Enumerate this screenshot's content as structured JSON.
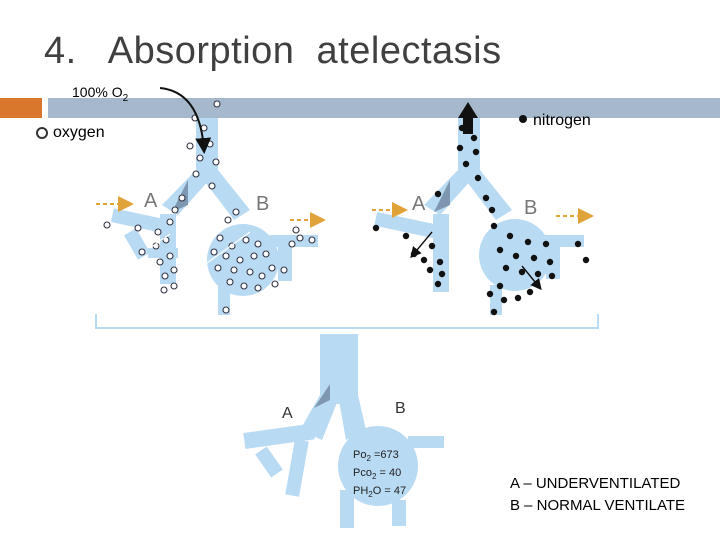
{
  "slide": {
    "title": "4.   Absorption  atelectasis"
  },
  "labels": {
    "o2_supply_prefix": "100% O",
    "o2_supply_sub": "2",
    "oxygen": "oxygen",
    "nitrogen": "nitrogen",
    "left_A": "A",
    "left_B": "B",
    "right_A": "A",
    "right_B": "B",
    "bottom_A": "A",
    "bottom_B": "B"
  },
  "gas_values": [
    {
      "sym": "Po",
      "sub": "2",
      "val": " =673"
    },
    {
      "sym": "Pco",
      "sub": "2",
      "val": " = 40"
    },
    {
      "sym": "PH",
      "sub": "2",
      "val": "O = 47"
    }
  ],
  "legend": {
    "line1": "A – UNDERVENTILATED",
    "line2": "B – NORMAL VENTILATE"
  },
  "colors": {
    "airway": "#b9daf3",
    "accent": "#d9782d",
    "bar": "#a6b9cc",
    "arrow": "#e1a23a"
  }
}
